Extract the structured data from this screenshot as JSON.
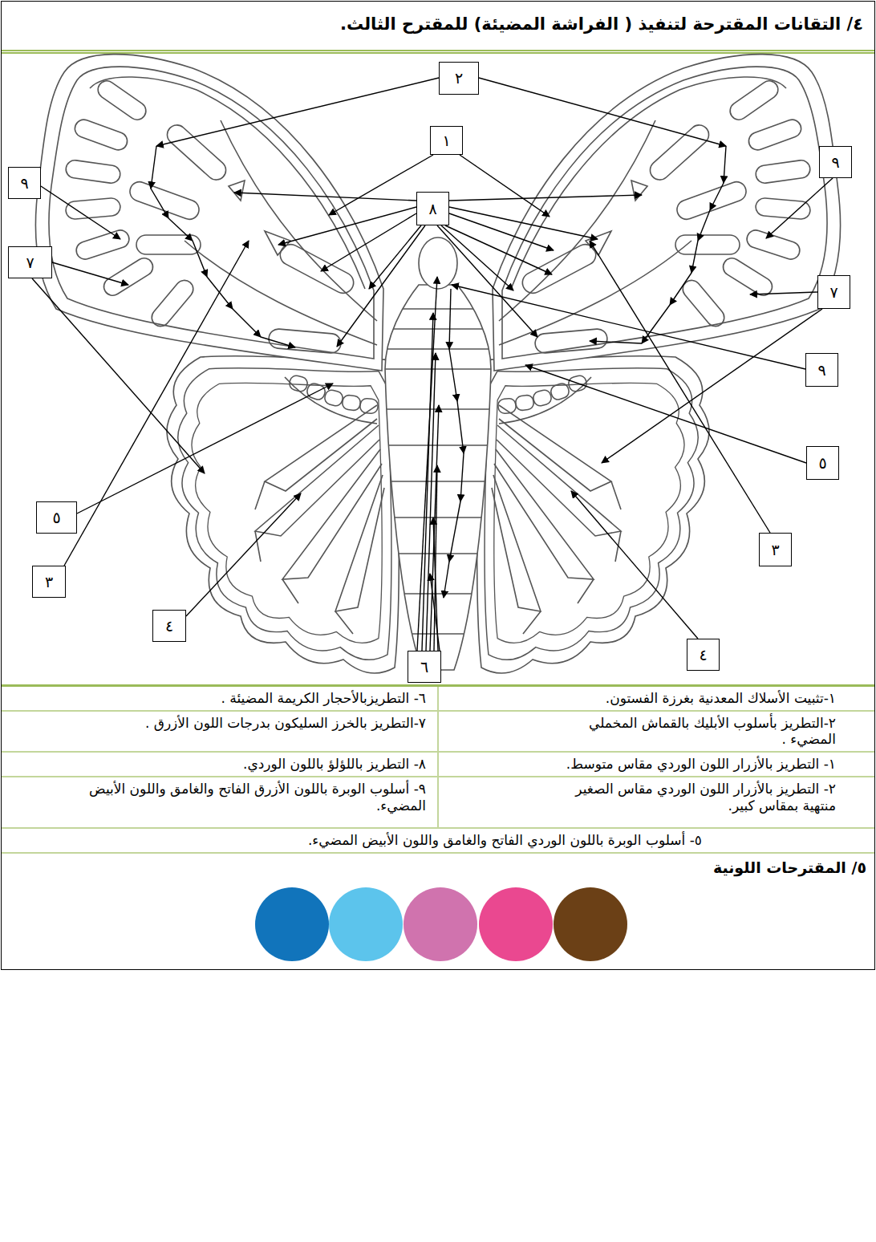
{
  "diagram": {
    "title": "٤/ التقانات المقترحة لتنفيذ ( الفراشة المضيئة) للمقترح الثالث.",
    "nodes": [
      {
        "text": [
          "٢"
        ]
      },
      {
        "text": [
          "١"
        ]
      },
      {
        "text": [
          "٩"
        ]
      },
      {
        "text": [
          "٩"
        ]
      },
      {
        "text": [
          "٨"
        ]
      },
      {
        "text": [
          "٧"
        ]
      },
      {
        "text": [
          "٧"
        ]
      },
      {
        "text": [
          "٩"
        ]
      },
      {
        "text": [
          "٥"
        ]
      },
      {
        "text": [
          "٥"
        ]
      },
      {
        "text": [
          "٣"
        ]
      },
      {
        "text": [
          "٣"
        ]
      },
      {
        "text": [
          "٤"
        ]
      },
      {
        "text": [
          "٤"
        ]
      },
      {
        "text": [
          "٦"
        ]
      }
    ],
    "labels": [
      "١-تثبيت الأسلاك المعدنية بغرزة الفستون.",
      "٦- التطريزبالأحجار الكريمة المضيئة .",
      "٢-التطريز بأسلوب الأبليك بالقماش المخملي المضيء .",
      "٧-التطريز بالخرز السليكون بدرجات اللون الأزرق .",
      "١- التطريز بالأزرار اللون الوردي مقاس متوسط.",
      "٨- التطريز باللؤلؤ باللون الوردي.",
      "٢- التطريز بالأزرار اللون الوردي مقاس الصغير منتهية بمقاس كبير.",
      "٩- أسلوب الوبرة باللون الأزرق الفاتح والغامق واللون الأبيض المضيء.",
      "٥- أسلوب الوبرة باللون الوردي الفاتح والغامق واللون الأبيض المضيء.",
      "٥/ المقترحات اللونية"
    ]
  }
}
